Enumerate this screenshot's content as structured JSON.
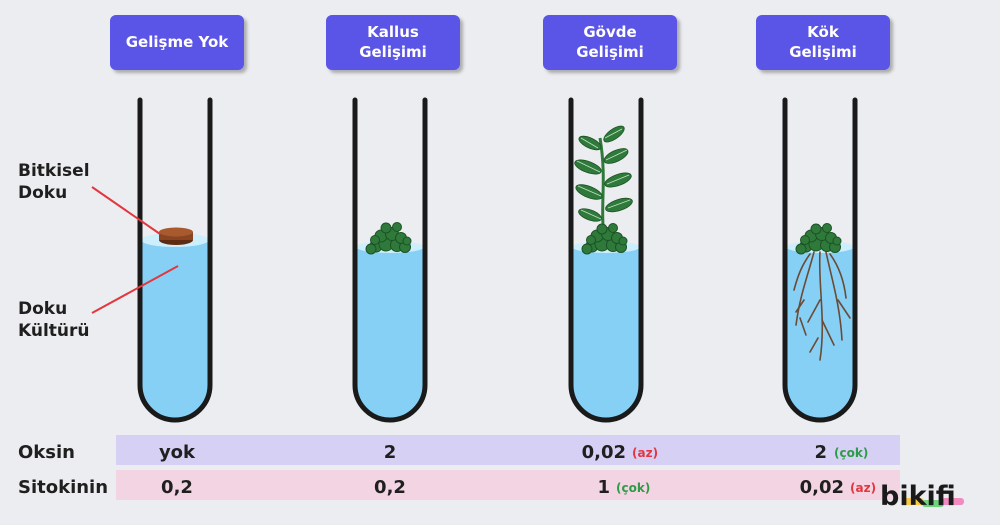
{
  "titles": [
    "Gelişme Yok",
    "Kallus\nGelişimi",
    "Gövde\nGelişimi",
    "Kök\nGelişimi"
  ],
  "labels": {
    "tissue": "Bitkisel\nDoku",
    "culture": "Doku\nKültürü"
  },
  "rows": {
    "oksin": {
      "label": "Oksin",
      "values": [
        "yok",
        "2",
        "0,02",
        "2"
      ],
      "qualifiers": [
        "",
        "",
        "(az)",
        "(çok)"
      ]
    },
    "sitokinin": {
      "label": "Sitokinin",
      "values": [
        "0,2",
        "0,2",
        "1",
        "0,02"
      ],
      "qualifiers": [
        "",
        "",
        "(çok)",
        "(az)"
      ]
    }
  },
  "colors": {
    "title_bg": "#5a55e6",
    "liquid": "#86d0f5",
    "callus": "#2f7a3a",
    "tissue": "#8a4420",
    "oksin_row": "#d6d0f5",
    "sitokinin_row": "#f3d4e2",
    "az": "#e2373f",
    "cok": "#2f9b48"
  },
  "logo": "bikifi"
}
